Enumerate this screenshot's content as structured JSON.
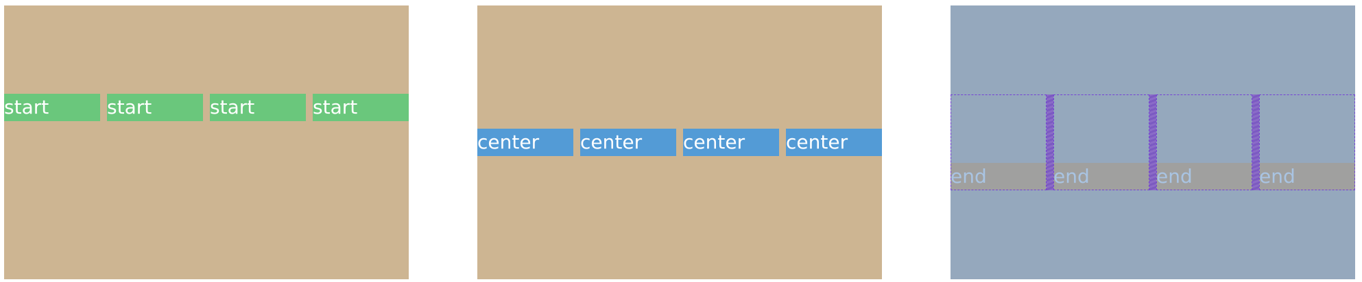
{
  "panels": {
    "start": {
      "items": [
        "start",
        "start",
        "start",
        "start"
      ]
    },
    "center": {
      "items": [
        "center",
        "center",
        "center",
        "center"
      ]
    },
    "end": {
      "items": [
        "end",
        "end",
        "end",
        "end"
      ]
    }
  },
  "colors": {
    "tan_background": "#cdb592",
    "slate_background": "#95a8bd",
    "start_item": "#6ac77c",
    "center_item": "#539bd6",
    "end_band": "#a0a09f",
    "end_text": "#a9c4e3",
    "grid_overlay": "#7440d6"
  }
}
